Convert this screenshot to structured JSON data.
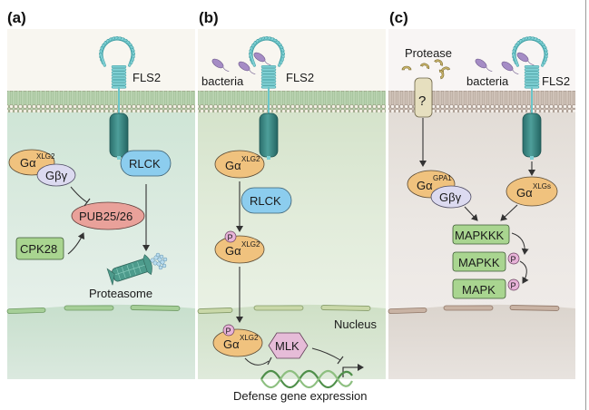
{
  "figure": {
    "panels": [
      {
        "id": "a",
        "letter": "(a)",
        "receptor_label": "FLS2",
        "galpha": {
          "base": "Gα",
          "sup": "XLG2"
        },
        "gbg": "Gβγ",
        "rlck": "RLCK",
        "pub": "PUB25/26",
        "cpk": "CPK28",
        "proteasome": "Proteasome"
      },
      {
        "id": "b",
        "letter": "(b)",
        "bacteria_label": "bacteria",
        "receptor_label": "FLS2",
        "galpha_top": {
          "base": "Gα",
          "sup": "XLG2"
        },
        "rlck": "RLCK",
        "phospho": "P",
        "galpha_mid": {
          "base": "Gα",
          "sup": "XLG2"
        },
        "nucleus": "Nucleus",
        "galpha_nuc": {
          "base": "Gα",
          "sup": "XLG2"
        },
        "mlk": "MLK",
        "defense": "Defense gene expression"
      },
      {
        "id": "c",
        "letter": "(c)",
        "protease_label": "Protease",
        "unknown_receptor": "?",
        "bacteria_label": "bacteria",
        "receptor_label": "FLS2",
        "galpha_gpa": {
          "base": "Gα",
          "sup": "GPA1"
        },
        "gbg": "Gβγ",
        "galpha_xlgs": {
          "base": "Gα",
          "sup": "XLGs"
        },
        "mapkkk": "MAPKKK",
        "mapkk": "MAPKK",
        "mapk": "MAPK",
        "phospho": "P"
      }
    ],
    "colors": {
      "receptor_coil": "#7fd0d4",
      "receptor_body": "#2f7f7c",
      "galpha_fill": "#f0c27e",
      "gbg_fill": "#dcdaf0",
      "rlck_fill": "#8ccdee",
      "pub_fill": "#e9a19a",
      "kinase_fill": "#a9d590",
      "mlk_fill": "#e6bcd8",
      "phospho_fill": "#e7b3d8",
      "bacteria_fill": "#a58cc5",
      "protease_fill": "#c9b46a",
      "unknown_fill": "#e6dfbf",
      "panel_a_bg": "#d3e6da",
      "panel_b_bg": "#d8e4cf",
      "panel_c_bg": "#e1dbd6"
    }
  }
}
